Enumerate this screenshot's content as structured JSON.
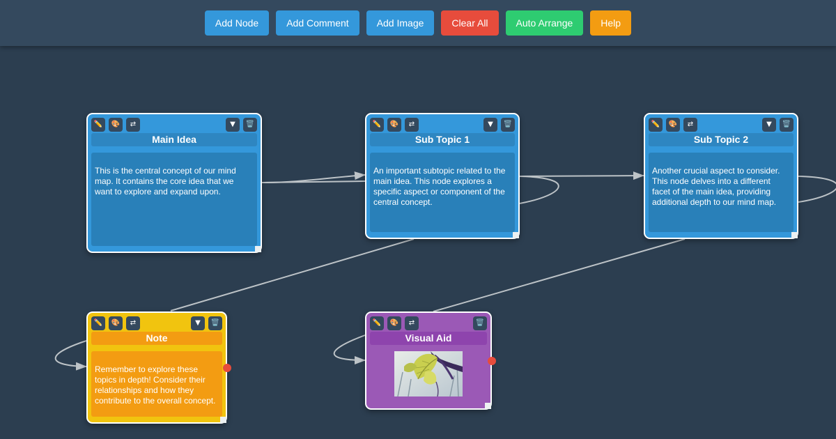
{
  "toolbar": {
    "buttons": [
      {
        "label": "Add Node",
        "color": "#3498db"
      },
      {
        "label": "Add Comment",
        "color": "#3498db"
      },
      {
        "label": "Add Image",
        "color": "#3498db"
      },
      {
        "label": "Clear All",
        "color": "#e74c3c"
      },
      {
        "label": "Auto Arrange",
        "color": "#2ecc71"
      },
      {
        "label": "Help",
        "color": "#f39c12"
      }
    ]
  },
  "controls": {
    "edit_icon": "✏️",
    "color_icon": "🎨",
    "link_icon": "⇄",
    "collapse_icon": "▼",
    "delete_icon": "🗑️"
  },
  "nodes": {
    "main_idea": {
      "title": "Main Idea",
      "body": "This is the central concept of our mind map. It contains the core idea that we want to explore and expand upon.",
      "color": "#3498db"
    },
    "sub_topic_1": {
      "title": "Sub Topic 1",
      "body": "An important subtopic related to the main idea. This node explores a specific aspect or component of the central concept.",
      "color": "#3498db"
    },
    "sub_topic_2": {
      "title": "Sub Topic 2",
      "body": "Another crucial aspect to consider. This node delves into a different facet of the main idea, providing additional depth to our mind map.",
      "color": "#3498db"
    },
    "note": {
      "title": "Note",
      "body": "Remember to explore these topics in depth! Consider their relationships and how they contribute to the overall concept.",
      "color": "#f1c40f"
    },
    "visual_aid": {
      "title": "Visual Aid",
      "color": "#9b59b6",
      "image": "leaf-photo"
    }
  },
  "colors": {
    "background": "#2c3e50",
    "toolbar": "#34495e",
    "link": "#bdc3c7",
    "anchor": "#e74c3c"
  }
}
